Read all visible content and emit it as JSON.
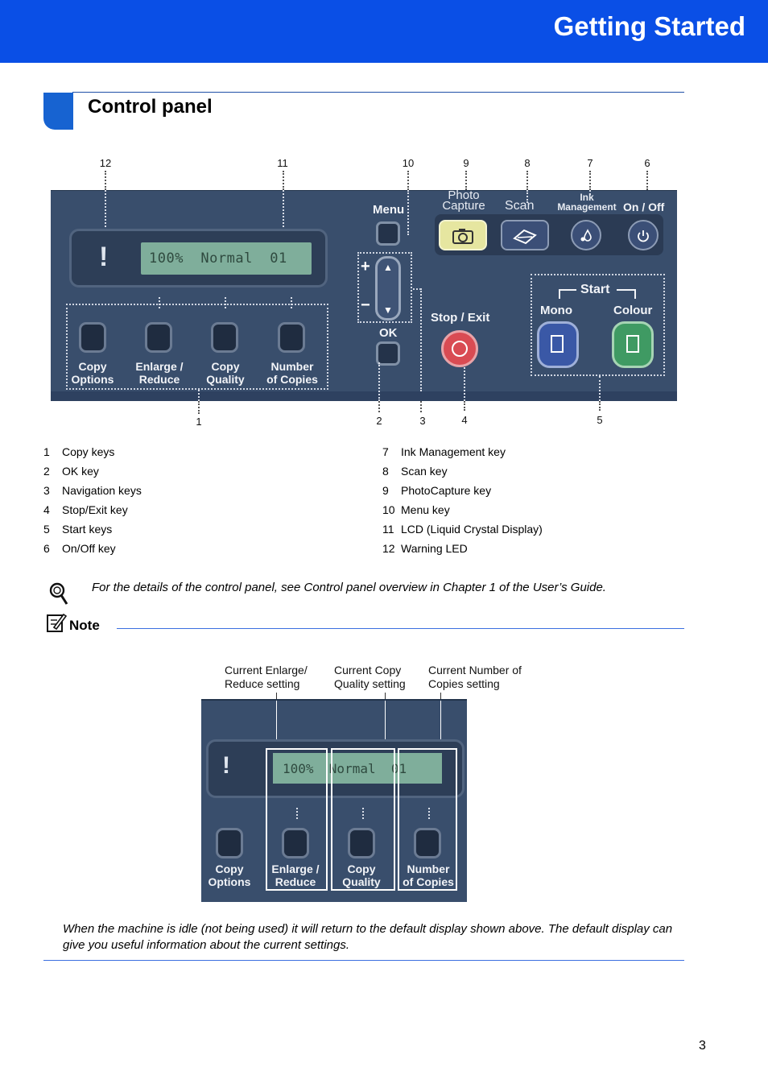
{
  "header": {
    "title": "Getting Started"
  },
  "section": {
    "title": "Control panel"
  },
  "callouts": {
    "top": [
      "12",
      "11",
      "10",
      "9",
      "8",
      "7",
      "6"
    ],
    "bottom": [
      "1",
      "2",
      "3",
      "4",
      "5"
    ]
  },
  "panel": {
    "lcd_text": "100%  Normal  01",
    "warning_led": "!",
    "menu_label": "Menu",
    "ok_label": "OK",
    "stop_label": "Stop / Exit",
    "photo_capture_label_1": "Photo",
    "photo_capture_label_2": "Capture",
    "scan_label": "Scan",
    "ink_label_1": "Ink",
    "ink_label_2": "Management",
    "onoff_label": "On / Off",
    "start_label": "Start",
    "mono_label": "Mono",
    "colour_label": "Colour",
    "plus": "+",
    "minus": "−",
    "up_arrow": "▲",
    "down_arrow": "▼",
    "copy_keys": [
      {
        "line1": "Copy",
        "line2": "Options"
      },
      {
        "line1": "Enlarge /",
        "line2": "Reduce"
      },
      {
        "line1": "Copy",
        "line2": "Quality"
      },
      {
        "line1": "Number",
        "line2": "of Copies"
      }
    ]
  },
  "legend_left": [
    {
      "num": "1",
      "text": "Copy keys"
    },
    {
      "num": "2",
      "text": "OK key"
    },
    {
      "num": "3",
      "text": "Navigation keys"
    },
    {
      "num": "4",
      "text": "Stop/Exit key"
    },
    {
      "num": "5",
      "text": "Start keys"
    },
    {
      "num": "6",
      "text": "On/Off key"
    }
  ],
  "legend_right": [
    {
      "num": "7",
      "text": "Ink Management key"
    },
    {
      "num": "8",
      "text": "Scan key"
    },
    {
      "num": "9",
      "text": "PhotoCapture key"
    },
    {
      "num": "10",
      "text": "Menu key"
    },
    {
      "num": "11",
      "text": "LCD (Liquid Crystal Display)"
    },
    {
      "num": "12",
      "text": "Warning LED"
    }
  ],
  "tip": {
    "text": "For the details of the control panel, see Control panel overview in Chapter 1 of the User’s Guide."
  },
  "note": {
    "label": "Note"
  },
  "diagram2": {
    "captions": [
      {
        "line1": "Current Enlarge/",
        "line2": "Reduce setting"
      },
      {
        "line1": "Current Copy",
        "line2": "Quality setting"
      },
      {
        "line1": "Current Number of",
        "line2": "Copies setting"
      }
    ],
    "lcd_text": "100%  Normal  01",
    "warning_led": "!",
    "keys": [
      {
        "line1": "Copy",
        "line2": "Options"
      },
      {
        "line1": "Enlarge /",
        "line2": "Reduce"
      },
      {
        "line1": "Copy",
        "line2": "Quality"
      },
      {
        "line1": "Number",
        "line2": "of Copies"
      }
    ]
  },
  "note_text": "When the machine is idle (not being used) it will return to the default display shown above. The default display can give you useful information about the current settings.",
  "page_number": "3"
}
